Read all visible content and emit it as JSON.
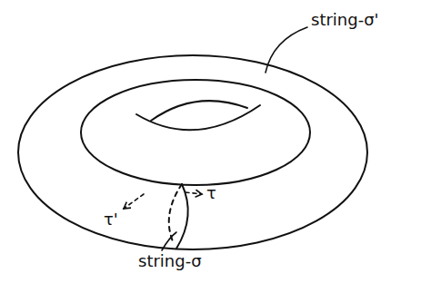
{
  "diagram": {
    "labels": [
      "string-σ'",
      "string-σ",
      "τ'",
      "τ"
    ]
  }
}
